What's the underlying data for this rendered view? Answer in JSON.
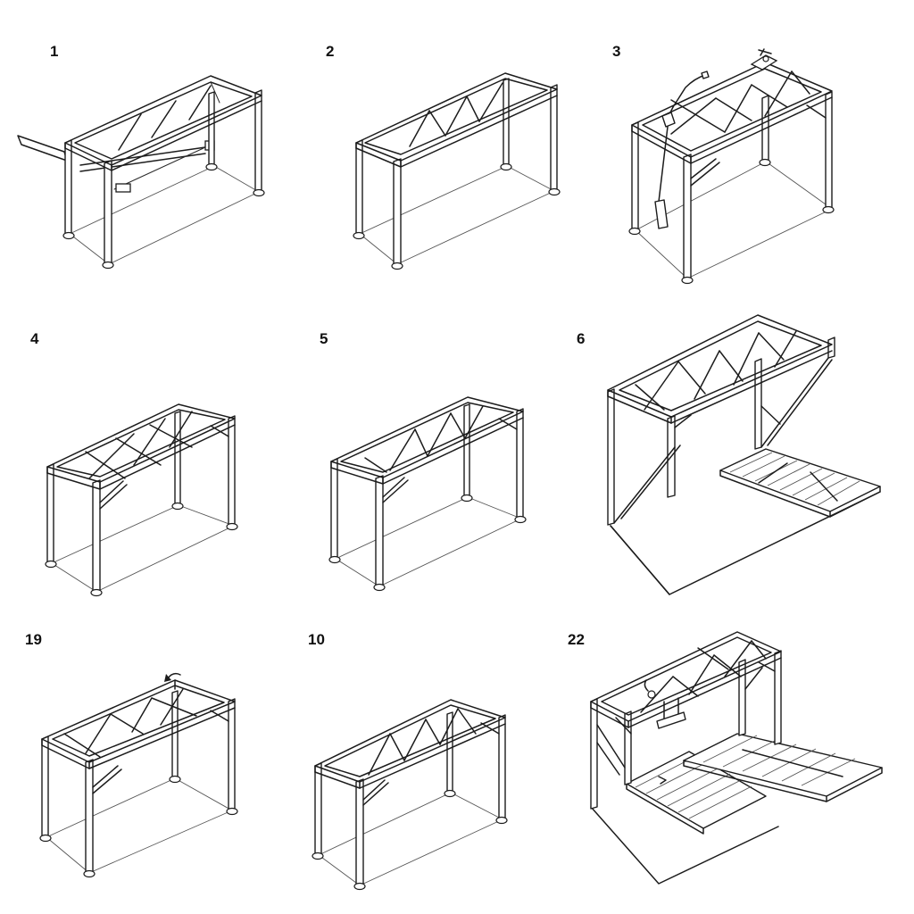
{
  "steps": [
    {
      "label": "1"
    },
    {
      "label": "2"
    },
    {
      "label": "3"
    },
    {
      "label": "4"
    },
    {
      "label": "5"
    },
    {
      "label": "6"
    },
    {
      "label": "19"
    },
    {
      "label": "10"
    },
    {
      "label": "22"
    }
  ],
  "colors": {
    "ink": "#1c1c1c",
    "paper": "#ffffff"
  }
}
